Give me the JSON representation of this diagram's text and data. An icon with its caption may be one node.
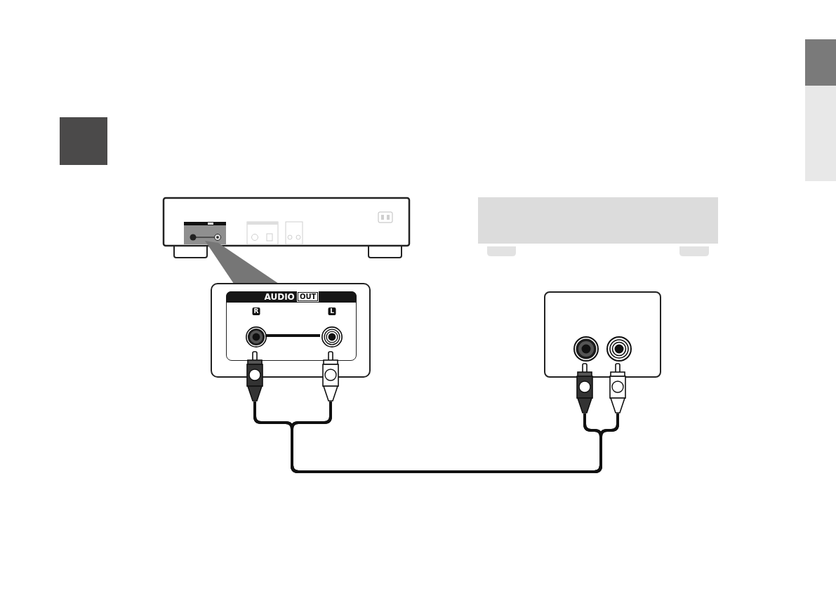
{
  "diagram": {
    "nodes": [
      {
        "text": [
          "AUDIO OUT"
        ]
      },
      {
        "text": [
          "R"
        ],
        "in": 0
      },
      {
        "text": [
          "L"
        ],
        "in": 0
      },
      {
        "text": [],
        "shape": "plug"
      },
      {
        "text": [],
        "shape": "plug"
      },
      {
        "text": [],
        "shape": "box"
      },
      {
        "text": [],
        "shape": "circle",
        "in": 5
      },
      {
        "text": [],
        "shape": "circle",
        "in": 5
      },
      {
        "text": [],
        "shape": "plug"
      },
      {
        "text": [],
        "shape": "plug"
      }
    ],
    "edges": [
      {
        "from": 1,
        "to": 2,
        "arrow": "none"
      },
      {
        "from": 3,
        "to": 8,
        "arrow": "none"
      },
      {
        "from": 3,
        "to": 9,
        "arrow": "none"
      },
      {
        "from": 4,
        "to": 8,
        "arrow": "none"
      },
      {
        "from": 4,
        "to": 9,
        "arrow": "none"
      }
    ]
  }
}
